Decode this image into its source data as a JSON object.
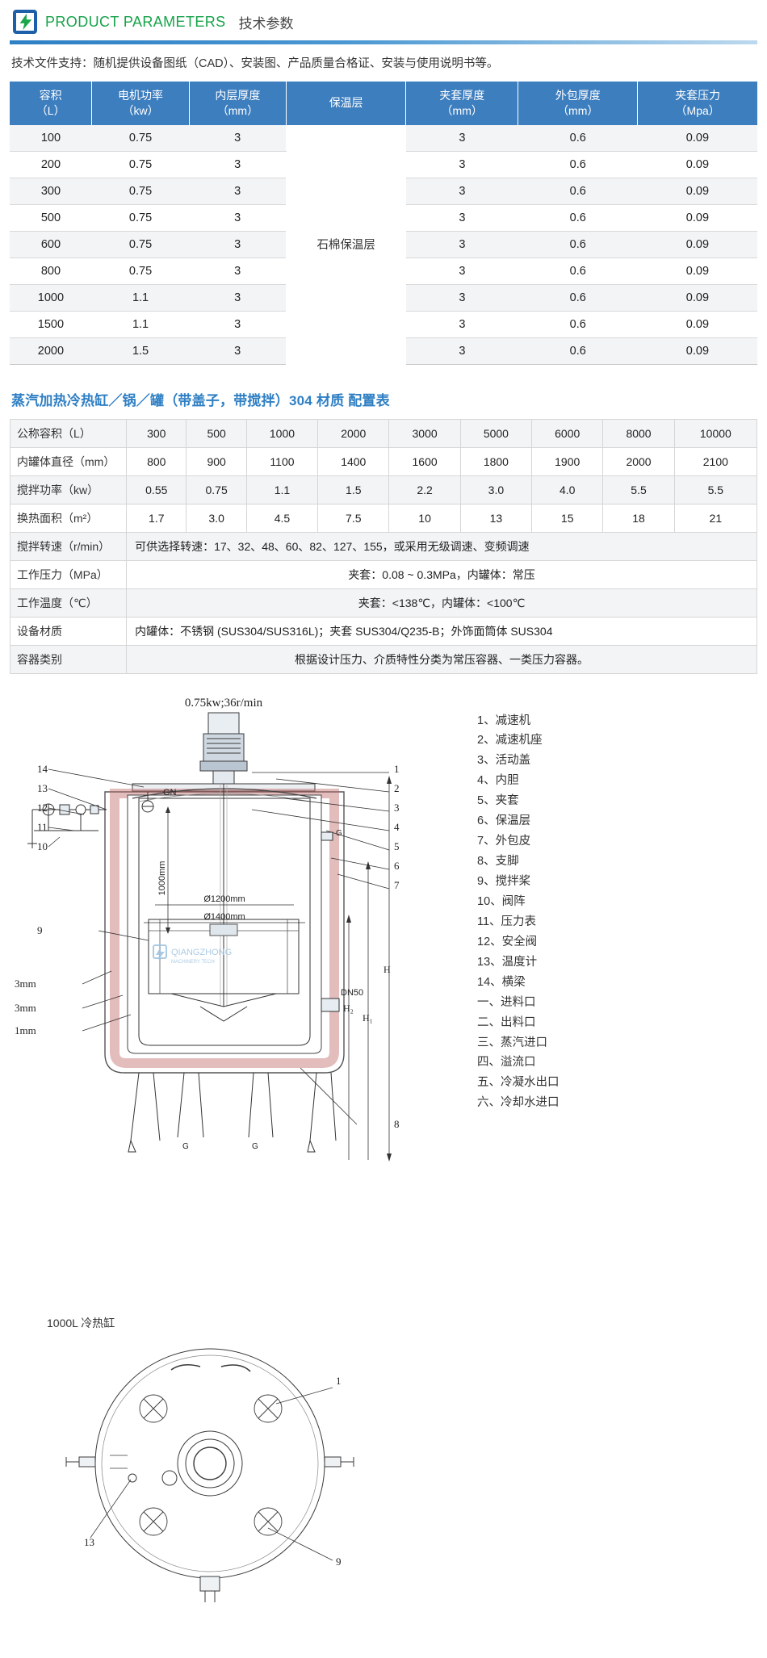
{
  "header": {
    "logo_icon": "bolt-square-logo-icon",
    "title_en": "PRODUCT PARAMETERS",
    "title_cn": "技术参数"
  },
  "intro": "技术文件支持：随机提供设备图纸（CAD）、安装图、产品质量合格证、安装与使用说明书等。",
  "table1": {
    "headers": [
      "容积\n（L）",
      "电机功率\n（kw）",
      "内层厚度\n（mm）",
      "保温层",
      "夹套厚度\n（mm）",
      "外包厚度\n（mm）",
      "夹套压力\n（Mpa）"
    ],
    "headers_line1": [
      "容积",
      "电机功率",
      "内层厚度",
      "保温层",
      "夹套厚度",
      "外包厚度",
      "夹套压力"
    ],
    "headers_line2": [
      "（L）",
      "（kw）",
      "（mm）",
      "",
      "（mm）",
      "（mm）",
      "（Mpa）"
    ],
    "insulation_cell": "石棉保温层",
    "rows": [
      {
        "volume": "100",
        "motor": "0.75",
        "inner": "3",
        "jacket": "3",
        "outer": "0.6",
        "pressure": "0.09"
      },
      {
        "volume": "200",
        "motor": "0.75",
        "inner": "3",
        "jacket": "3",
        "outer": "0.6",
        "pressure": "0.09"
      },
      {
        "volume": "300",
        "motor": "0.75",
        "inner": "3",
        "jacket": "3",
        "outer": "0.6",
        "pressure": "0.09"
      },
      {
        "volume": "500",
        "motor": "0.75",
        "inner": "3",
        "jacket": "3",
        "outer": "0.6",
        "pressure": "0.09"
      },
      {
        "volume": "600",
        "motor": "0.75",
        "inner": "3",
        "jacket": "3",
        "outer": "0.6",
        "pressure": "0.09"
      },
      {
        "volume": "800",
        "motor": "0.75",
        "inner": "3",
        "jacket": "3",
        "outer": "0.6",
        "pressure": "0.09"
      },
      {
        "volume": "1000",
        "motor": "1.1",
        "inner": "3",
        "jacket": "3",
        "outer": "0.6",
        "pressure": "0.09"
      },
      {
        "volume": "1500",
        "motor": "1.1",
        "inner": "3",
        "jacket": "3",
        "outer": "0.6",
        "pressure": "0.09"
      },
      {
        "volume": "2000",
        "motor": "1.5",
        "inner": "3",
        "jacket": "3",
        "outer": "0.6",
        "pressure": "0.09"
      }
    ]
  },
  "section2_title": "蒸汽加热冷热缸／锅／罐（带盖子，带搅拌）304 材质 配置表",
  "table2": {
    "rows": [
      {
        "label": "公称容积（L）",
        "values": [
          "300",
          "500",
          "1000",
          "2000",
          "3000",
          "5000",
          "6000",
          "8000",
          "10000"
        ]
      },
      {
        "label": "内罐体直径（mm）",
        "values": [
          "800",
          "900",
          "1100",
          "1400",
          "1600",
          "1800",
          "1900",
          "2000",
          "2100"
        ]
      },
      {
        "label": "搅拌功率（kw）",
        "values": [
          "0.55",
          "0.75",
          "1.1",
          "1.5",
          "2.2",
          "3.0",
          "4.0",
          "5.5",
          "5.5"
        ]
      },
      {
        "label": "换热面积（m²）",
        "values": [
          "1.7",
          "3.0",
          "4.5",
          "7.5",
          "10",
          "13",
          "15",
          "18",
          "21"
        ]
      }
    ],
    "wide_rows": [
      {
        "label": "搅拌转速（r/min）",
        "value": "可供选择转速：17、32、48、60、82、127、155，或采用无级调速、变频调速",
        "align": "left"
      },
      {
        "label": "工作压力（MPa）",
        "value": "夹套：0.08 ~ 0.3MPa，内罐体：常压",
        "align": "center"
      },
      {
        "label": "工作温度（℃）",
        "value": "夹套：<138℃，内罐体：<100℃",
        "align": "center"
      },
      {
        "label": "设备材质",
        "value": "内罐体：不锈钢 (SUS304/SUS316L)；夹套 SUS304/Q235-B；外饰面筒体 SUS304",
        "align": "left"
      },
      {
        "label": "容器类别",
        "value": "根据设计压力、介质特性分类为常压容器、一类压力容器。",
        "align": "center"
      }
    ]
  },
  "diagram": {
    "motor_spec": "0.75kw;36r/min",
    "callout_left": [
      "14",
      "13",
      "12",
      "11",
      "10",
      "9",
      "3mm",
      "3mm",
      "1mm"
    ],
    "callout_right": [
      "1",
      "2",
      "3",
      "4",
      "5",
      "6",
      "7",
      "8"
    ],
    "labels": {
      "inner_height": "1000mm",
      "dia_inner": "Ø1200mm",
      "dia_outer": "Ø1400mm",
      "nozzle": "DN50",
      "gn": "GN",
      "g1": "G",
      "g2": "G",
      "h": "H",
      "h1": "H₁",
      "h2": "H₂",
      "foot_a": "G",
      "foot_b": "G",
      "watermark_cn": "QIANGZHONG",
      "watermark_sub": "MACHINERY TECH"
    },
    "plan_caption": "1000L 冷热缸",
    "plan_callouts": [
      "1",
      "13",
      "9"
    ]
  },
  "legend": {
    "items": [
      "1、减速机",
      "2、减速机座",
      "3、活动盖",
      "4、内胆",
      "5、夹套",
      "6、保温层",
      "7、外包皮",
      "8、支脚",
      "9、搅拌桨",
      "10、阀阵",
      "11、压力表",
      "12、安全阀",
      "13、温度计",
      "14、横梁",
      "一、进料口",
      "二、出料口",
      "三、蒸汽进口",
      "四、溢流口",
      "五、冷凝水出口",
      "六、冷却水进口"
    ]
  },
  "colors": {
    "brand_green": "#16a34a",
    "brand_blue": "#2f7fc4",
    "table_header_blue": "#3d7ebf",
    "logo_blue": "#1d5fa8",
    "row_stripe": "#f2f4f6"
  }
}
